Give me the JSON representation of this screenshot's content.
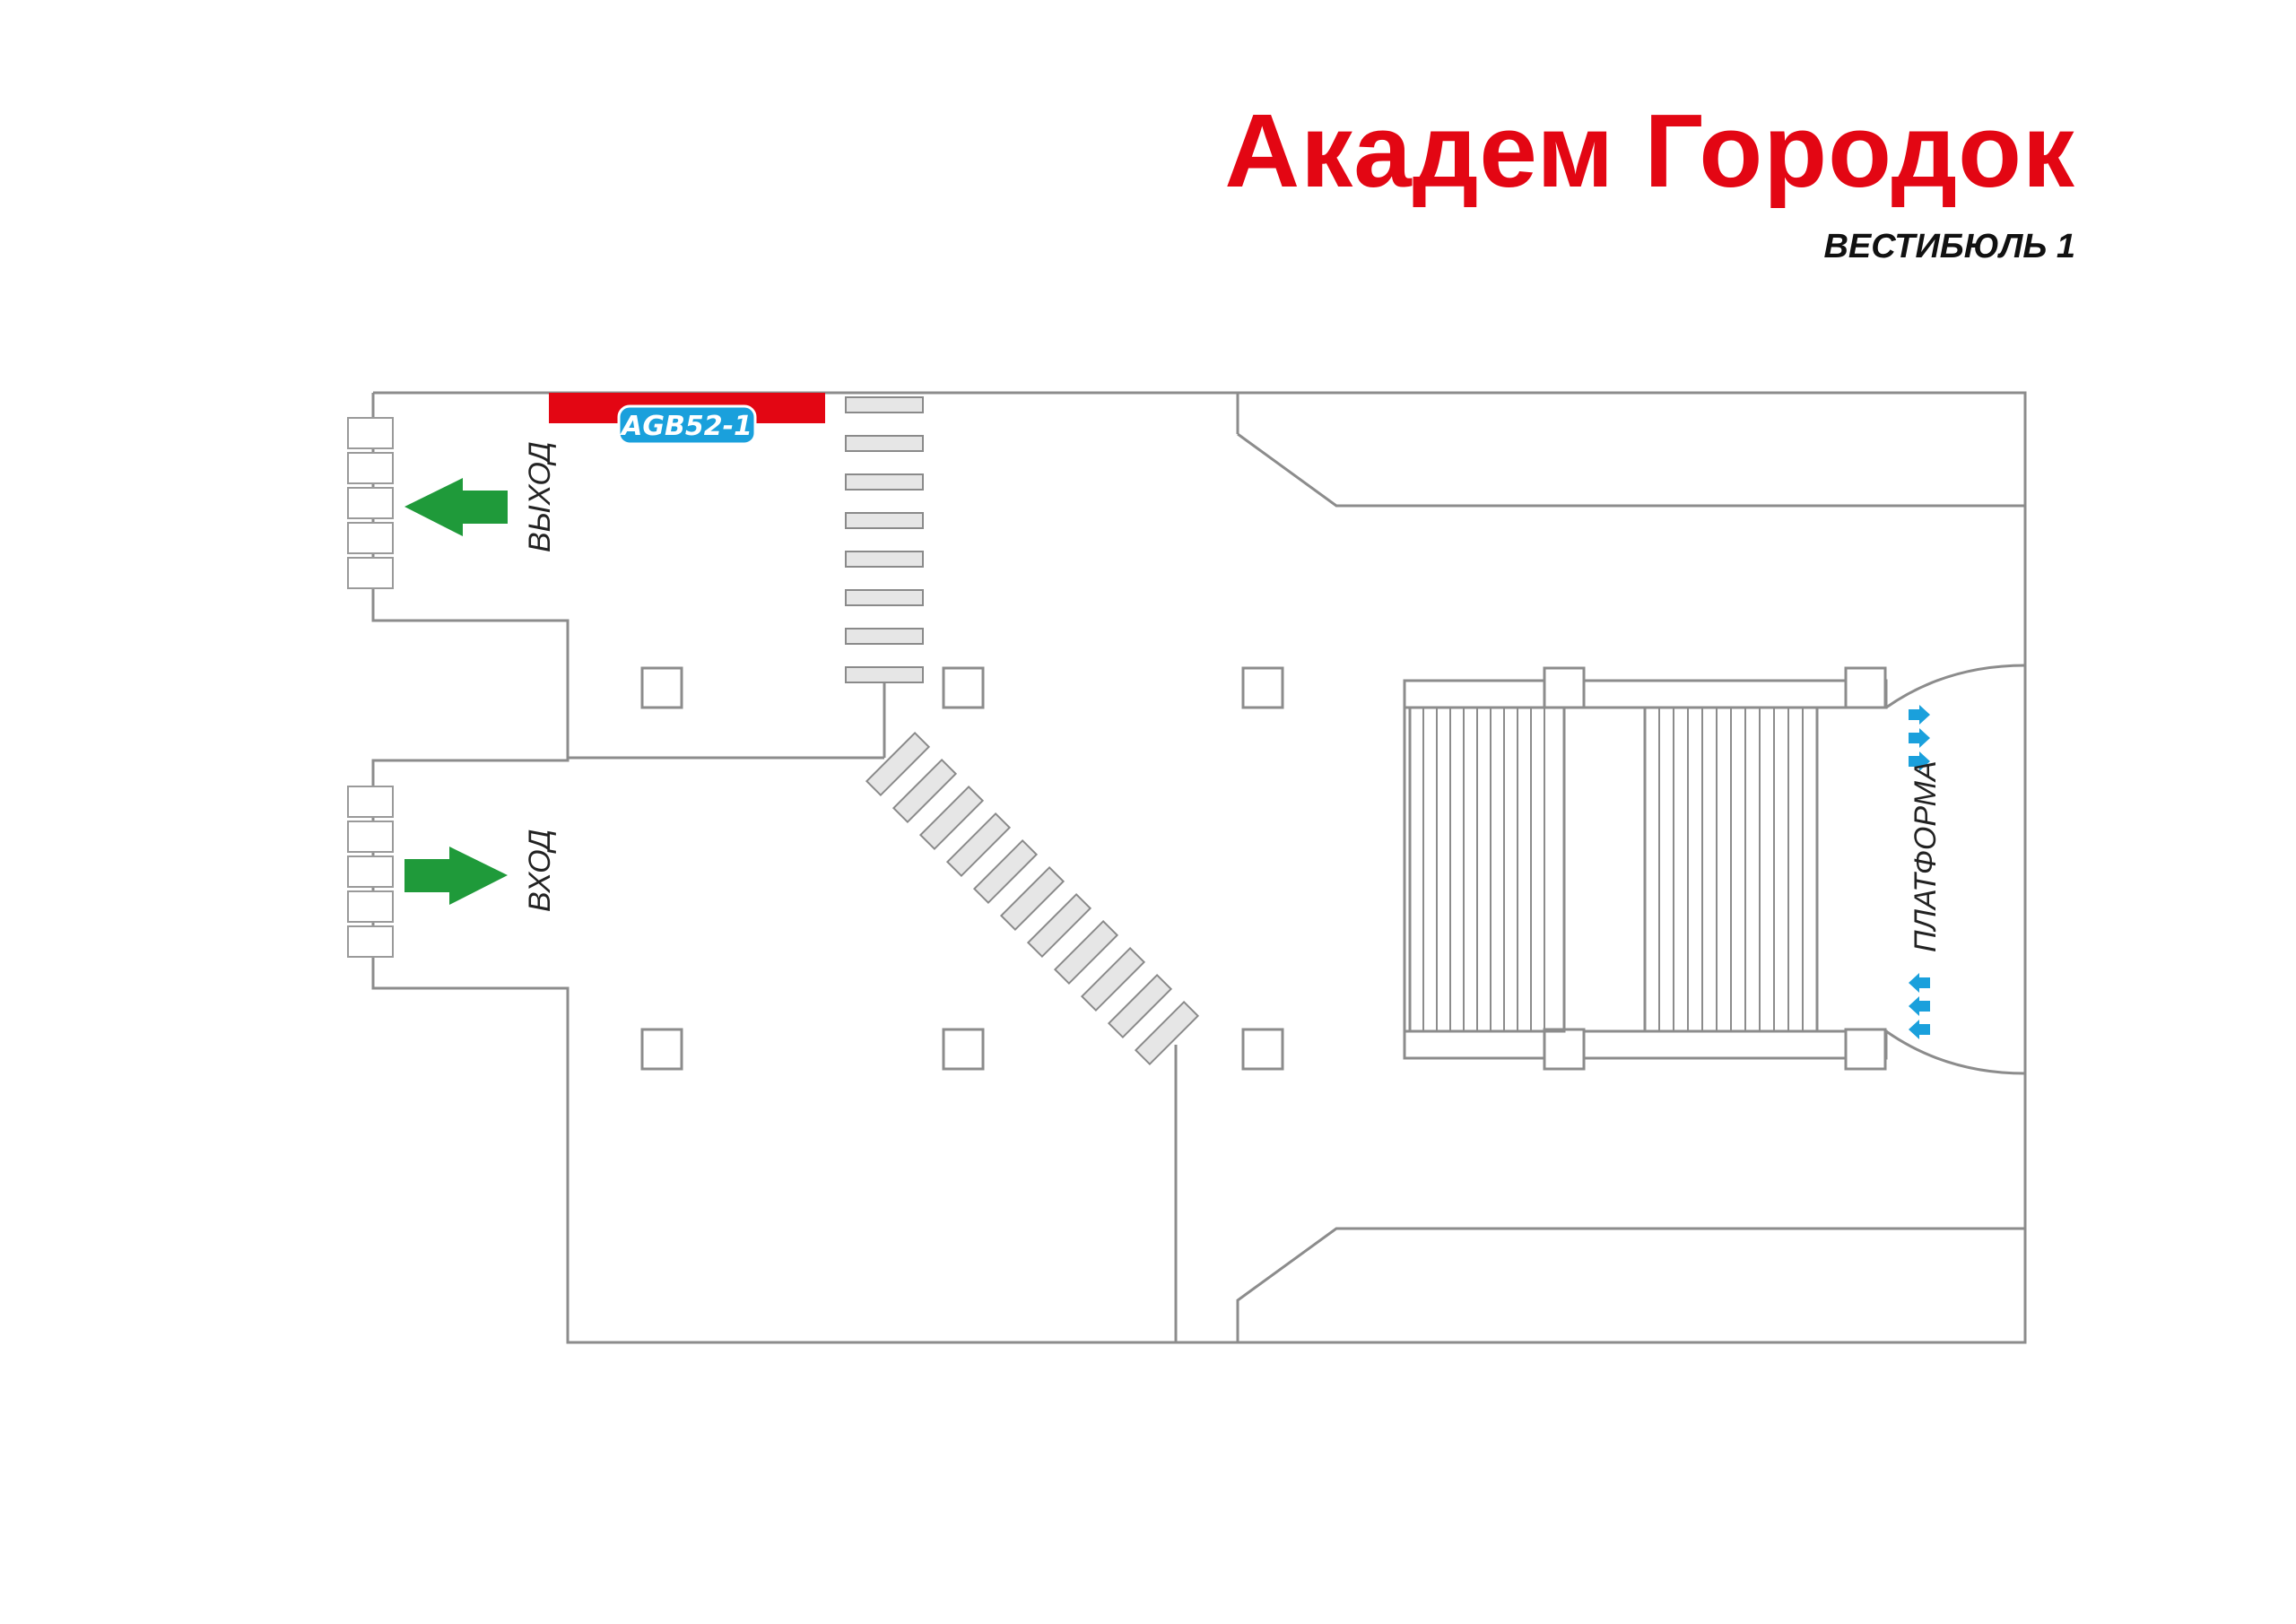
{
  "header": {
    "station_name": "Академ Городок",
    "hall_name": "ВЕСТИБЮЛЬ 1"
  },
  "plan": {
    "exit_label": "ВЫХОД",
    "entrance_label": "ВХОД",
    "platform_label": "ПЛАТФОРМА",
    "ad_code": "AGB52-1"
  },
  "colors": {
    "title": "#e30613",
    "ad_strip": "#e30613",
    "badge": "#1aa0dc",
    "arrow": "#1f9a3a",
    "direction_arrows": "#1aa0dc",
    "walls": "#8c8c8c"
  },
  "icons": {
    "exit_arrow": "arrow-left-icon",
    "entrance_arrow": "arrow-right-icon",
    "platform_arrows": "small-arrow-icon"
  }
}
